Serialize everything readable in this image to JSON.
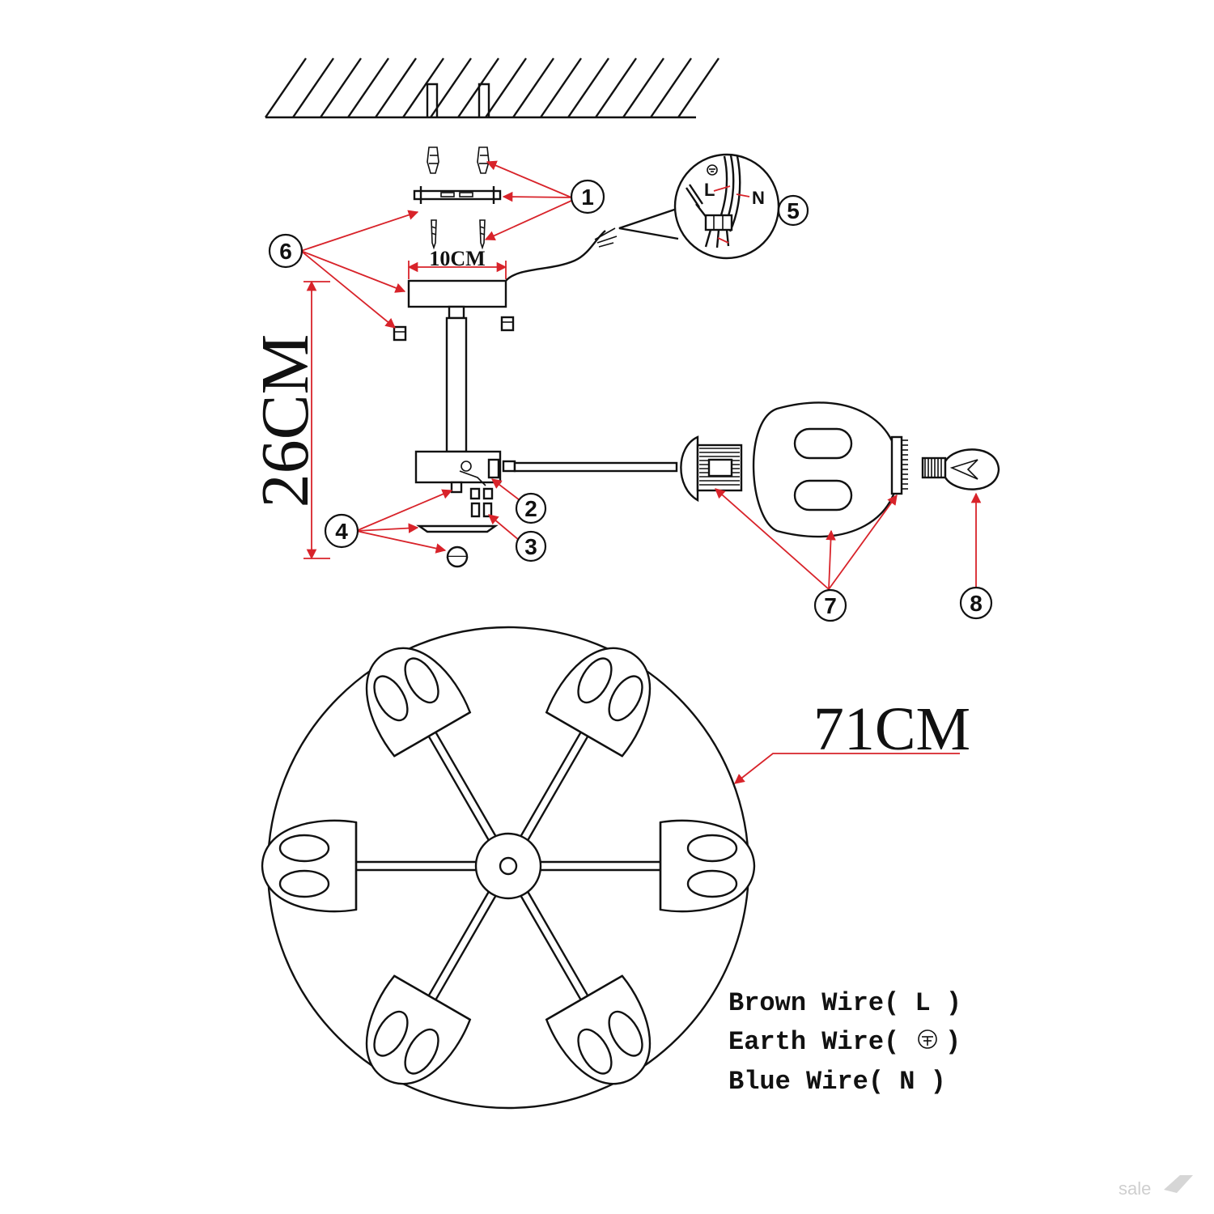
{
  "callouts": [
    "1",
    "2",
    "3",
    "4",
    "5",
    "6",
    "7",
    "8"
  ],
  "dimensions": {
    "bracket_width": "10CM",
    "drop_height": "26CM",
    "diameter": "71CM"
  },
  "wiring_detail": {
    "live": "L",
    "neutral": "N"
  },
  "legend": {
    "brown": "Brown Wire( L )",
    "earth_prefix": "Earth Wire(",
    "earth_suffix": ")",
    "blue": "Blue Wire( N )"
  },
  "watermark": "sale",
  "colors": {
    "line": "#111111",
    "leader": "#d8232a",
    "background": "#ffffff"
  }
}
